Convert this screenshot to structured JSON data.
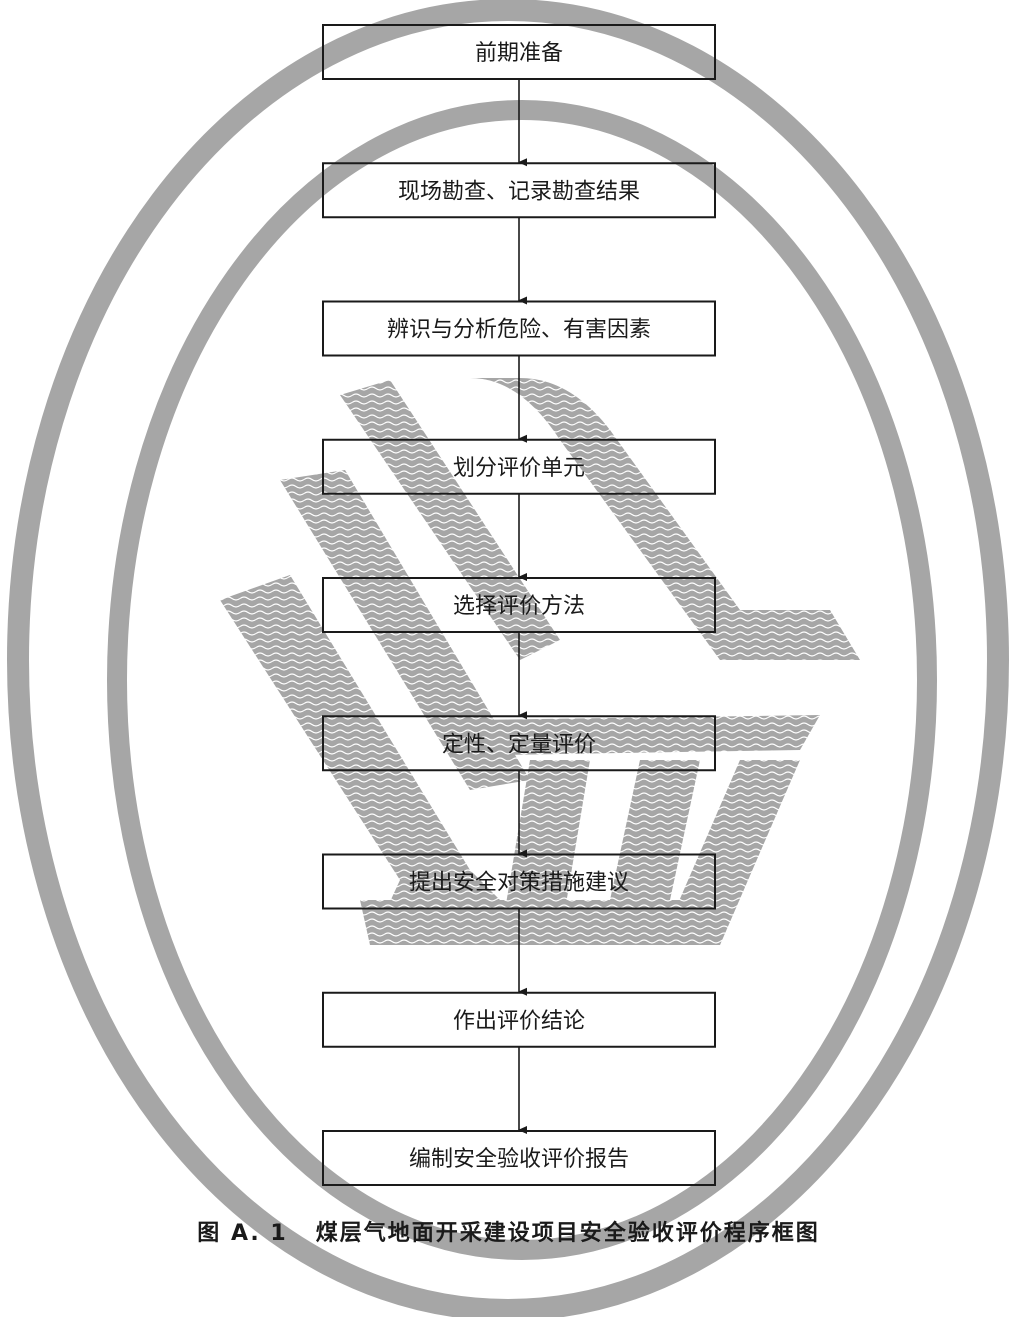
{
  "steps": [
    {
      "label": "前期准备"
    },
    {
      "label": "现场勘查、记录勘查结果"
    },
    {
      "label": "辨识与分析危险、有害因素"
    },
    {
      "label": "划分评价单元"
    },
    {
      "label": "选择评价方法"
    },
    {
      "label": "定性、定量评价"
    },
    {
      "label": "提出安全对策措施建议"
    },
    {
      "label": "作出评价结论"
    },
    {
      "label": "编制安全验收评价报告"
    }
  ],
  "caption": {
    "figure_number": "图 A. 1",
    "title": "煤层气地面开采建设项目安全验收评价程序框图"
  },
  "colors": {
    "watermark_gray": "#a6a6a6",
    "box_border": "#1a1a1a",
    "arrow": "#1a1a1a"
  }
}
